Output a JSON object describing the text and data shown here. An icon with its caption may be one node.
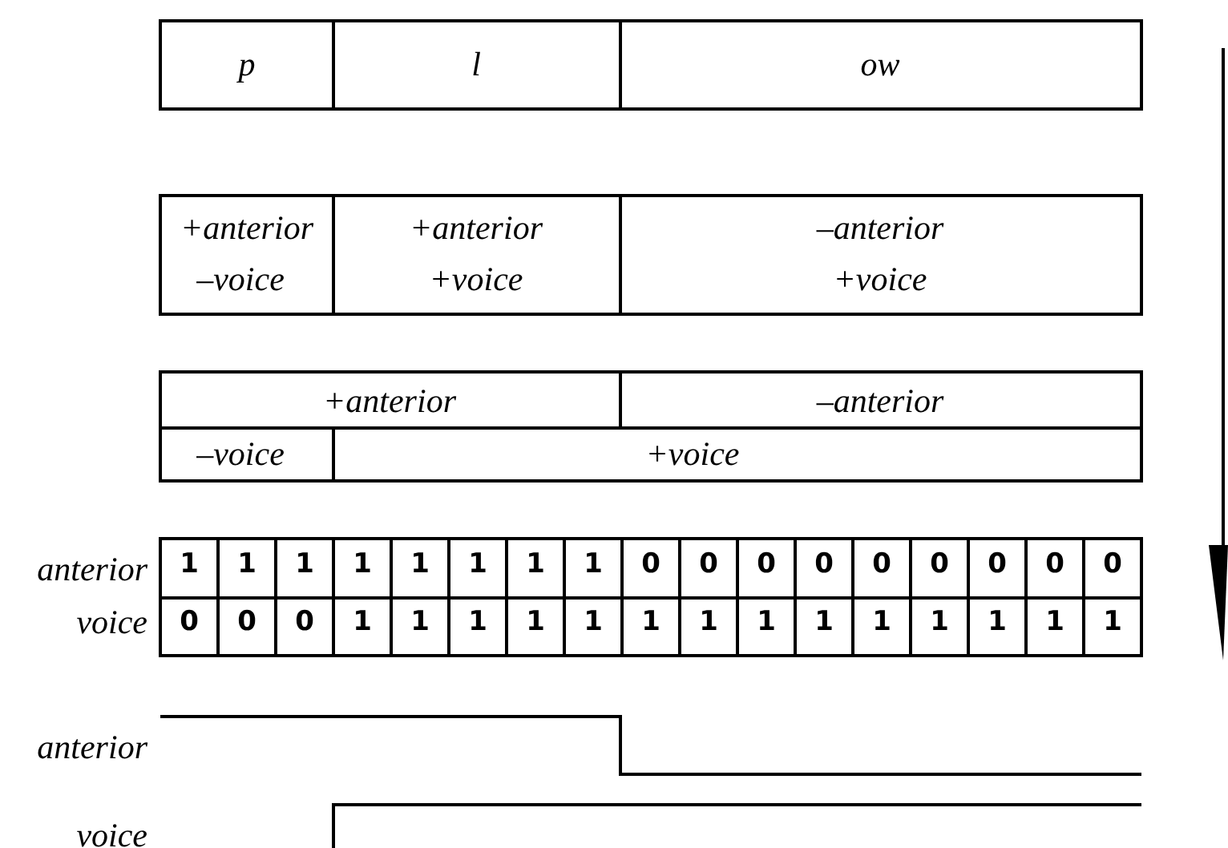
{
  "diagram": {
    "labels": [
      "p",
      "l",
      "ow",
      "+anterior",
      "–voice",
      "+anterior",
      "+voice",
      "–anterior",
      "+voice",
      "+anterior",
      "–anterior",
      "–voice",
      "+voice",
      "anterior",
      "1",
      "1",
      "1",
      "1",
      "1",
      "1",
      "1",
      "1",
      "0",
      "0",
      "0",
      "0",
      "0",
      "0",
      "0",
      "0",
      "0",
      "voice",
      "0",
      "0",
      "0",
      "1",
      "1",
      "1",
      "1",
      "1",
      "1",
      "1",
      "1",
      "1",
      "1",
      "1",
      "1",
      "1",
      "1",
      "anterior",
      "voice"
    ]
  }
}
